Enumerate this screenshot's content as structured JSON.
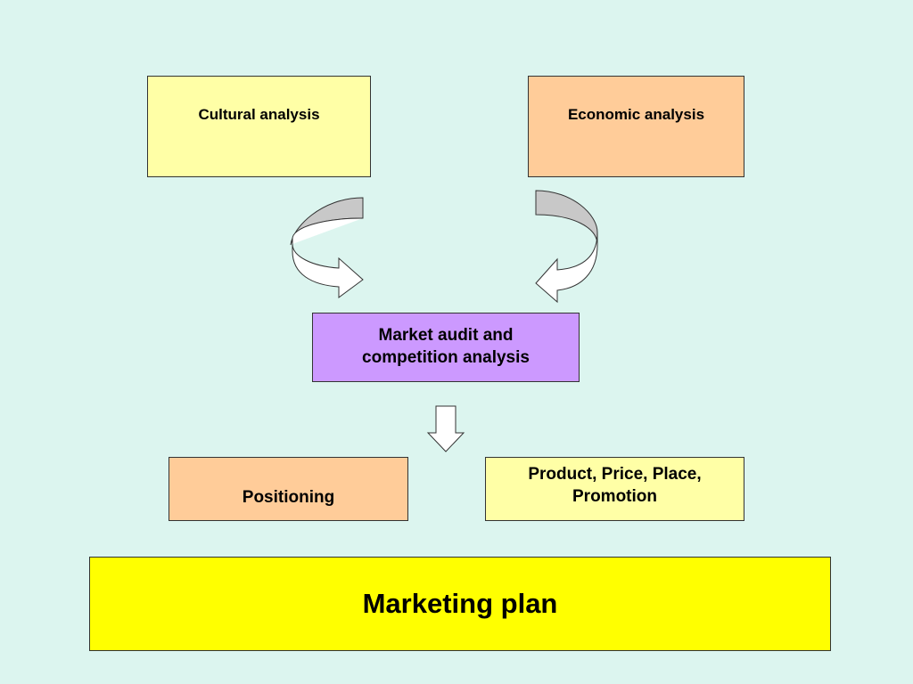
{
  "diagram": {
    "nodes": {
      "cultural_analysis": "Cultural analysis",
      "economic_analysis": "Economic analysis",
      "market_audit_line1": "Market audit and",
      "market_audit_line2": "competition analysis",
      "positioning": "Positioning",
      "marketing_mix_line1": "Product, Price, Place,",
      "marketing_mix_line2": "Promotion",
      "marketing_plan": "Marketing plan"
    },
    "colors": {
      "background": "#dcf5ef",
      "yellow_light": "#ffffa6",
      "orange_light": "#ffcc99",
      "lavender": "#cc99ff",
      "bright_yellow": "#ffff00",
      "arrow_back": "#c8c8c8",
      "arrow_front": "#ffffff"
    },
    "edges": [
      {
        "from": "cultural_analysis",
        "to": "market_audit",
        "style": "curved-arrow"
      },
      {
        "from": "economic_analysis",
        "to": "market_audit",
        "style": "curved-arrow"
      },
      {
        "from": "market_audit",
        "to": "positioning-and-marketing-mix",
        "style": "block-arrow-down"
      }
    ]
  }
}
